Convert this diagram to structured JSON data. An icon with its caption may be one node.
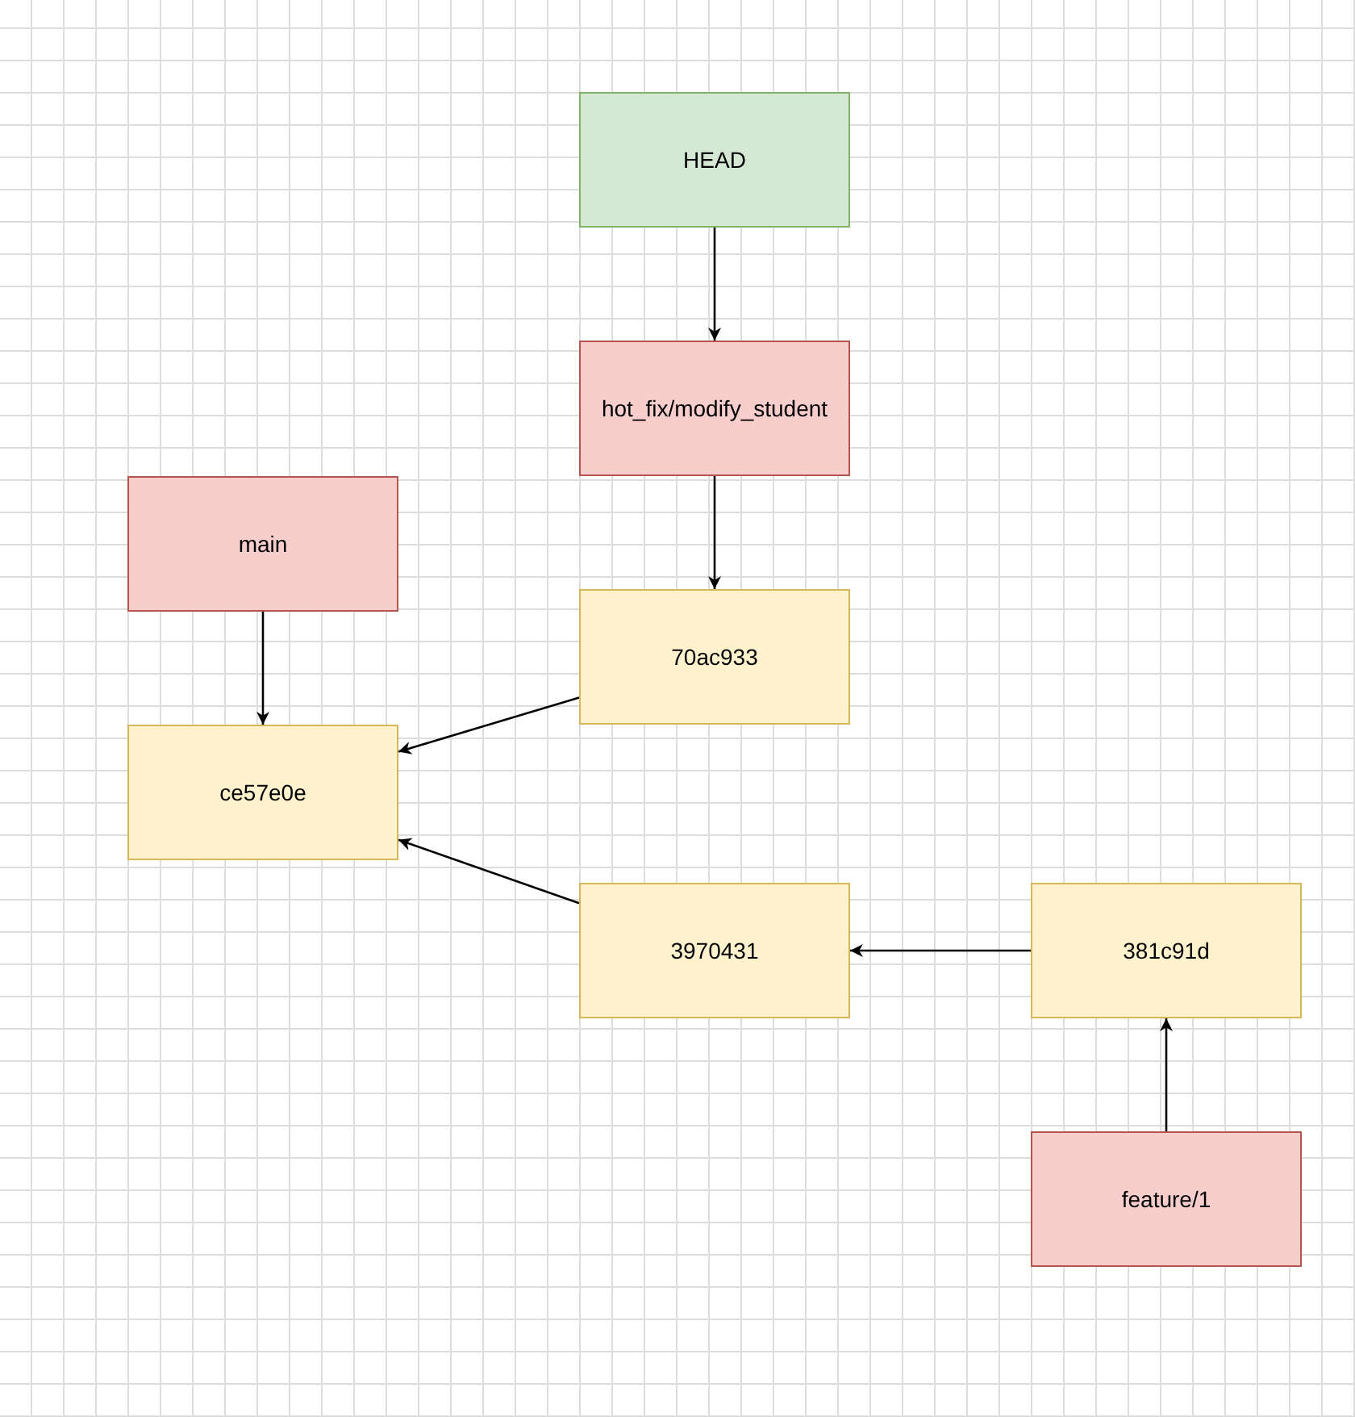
{
  "diagram": {
    "nodes": [
      {
        "text": [
          "HEAD"
        ]
      },
      {
        "text": [
          "hot_fix/modify_student"
        ]
      },
      {
        "text": [
          "main"
        ]
      },
      {
        "text": [
          "70ac933"
        ]
      },
      {
        "text": [
          "ce57e0e"
        ]
      },
      {
        "text": [
          "3970431"
        ]
      },
      {
        "text": [
          "381c91d"
        ]
      },
      {
        "text": [
          "feature/1"
        ]
      }
    ],
    "edges": [
      {
        "from": 0,
        "to": 1,
        "arrow": "to"
      },
      {
        "from": 1,
        "to": 3,
        "arrow": "to"
      },
      {
        "from": 2,
        "to": 4,
        "arrow": "to"
      },
      {
        "from": 3,
        "to": 4,
        "arrow": "to"
      },
      {
        "from": 5,
        "to": 4,
        "arrow": "to"
      },
      {
        "from": 6,
        "to": 5,
        "arrow": "to"
      },
      {
        "from": 7,
        "to": 6,
        "arrow": "to"
      }
    ]
  }
}
